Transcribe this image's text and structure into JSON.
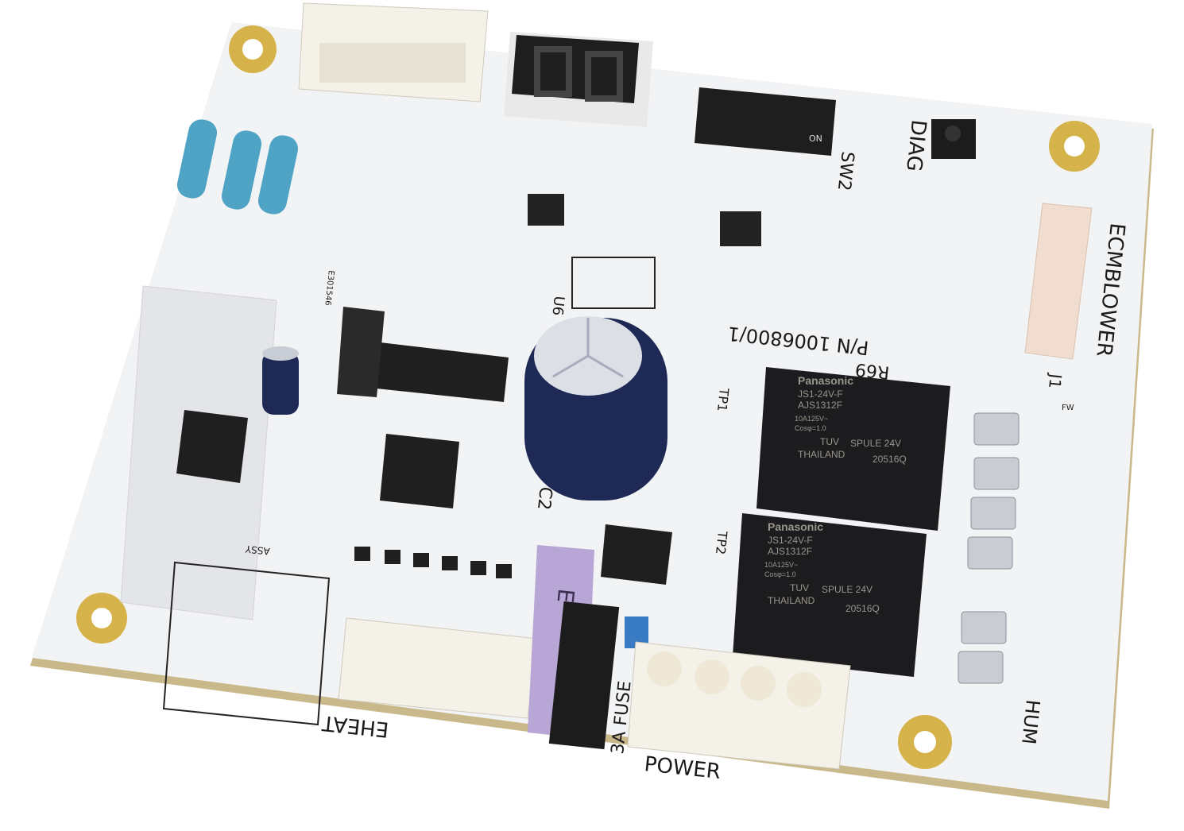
{
  "board": {
    "part_number": "P/N 1006800/1",
    "colors": {
      "board": "#f2f3f5",
      "edge": "#c9b98a",
      "relay": "#1c1c1e",
      "capacitor": "#1e2a55",
      "fuse": "#b7a6d6",
      "connector": "#f4f1e8",
      "pad": "#d6b34a"
    },
    "labels": {
      "ecm_blower": "ECMBLOWER",
      "power": "POWER",
      "eheat": "EHEAT",
      "hum": "HUM",
      "diag": "DIAG",
      "sw2": "SW2",
      "on": "ON",
      "assy": "ASSY",
      "fuse_rating": "3A FUSE",
      "fuse_letter": "E",
      "fw": "FW",
      "tp1": "TP1",
      "tp2": "TP2",
      "u6": "U6",
      "c2": "C2",
      "j1": "J1",
      "r69": "R69",
      "ul": "E301546"
    },
    "relays": [
      {
        "brand": "Panasonic",
        "model": "JS1-24V-F",
        "part": "AJS1312F",
        "rating": "10A125V~",
        "cos": "Cosφ=1.0",
        "cert": "TUV",
        "coil": "SPULE 24V",
        "origin": "THAILAND",
        "code": "20516Q"
      },
      {
        "brand": "Panasonic",
        "model": "JS1-24V-F",
        "part": "AJS1312F",
        "rating": "10A125V~",
        "cos": "Cosφ=1.0",
        "cert": "TUV",
        "coil": "SPULE 24V",
        "origin": "THAILAND",
        "code": "20516Q"
      }
    ]
  }
}
